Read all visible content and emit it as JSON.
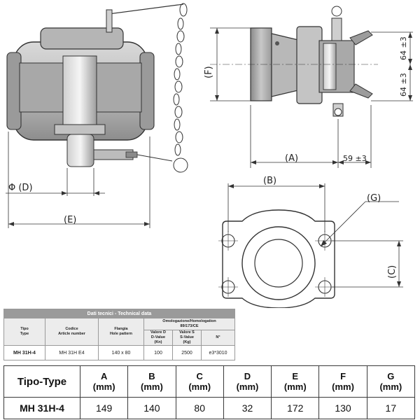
{
  "drawing": {
    "dim_labels": {
      "a": "(A)",
      "b": "(B)",
      "c": "(C)",
      "d": "Φ (D)",
      "e": "(E)",
      "f": "(F)",
      "g": "(G)",
      "upper": "64 ±3",
      "lower": "64 ±3",
      "offset": "59 ±3"
    }
  },
  "technical_table": {
    "title": "Dati tecnici - Technical data",
    "headers": {
      "tipo": "Tipo\nType",
      "codice": "Codice\nArticle number",
      "flangia": "Flangia\nHole pattern",
      "omologazione": "Omologazione/Homologation\n89/173/CE",
      "d_value": "Valore D\nD-Value\n(Kn)",
      "s_value": "Valore S\nS-Value\n(Kg)",
      "n": "N°"
    },
    "row": {
      "tipo": "MH 31H-4",
      "codice": "MH 31H E4",
      "flangia": "140 x 80",
      "d_value": "100",
      "s_value": "2500",
      "n": "e3*3010"
    }
  },
  "dimension_table": {
    "first_header": "Tipo-Type",
    "columns": [
      {
        "letter": "A",
        "unit": "(mm)"
      },
      {
        "letter": "B",
        "unit": "(mm)"
      },
      {
        "letter": "C",
        "unit": "(mm)"
      },
      {
        "letter": "D",
        "unit": "(mm)"
      },
      {
        "letter": "E",
        "unit": "(mm)"
      },
      {
        "letter": "F",
        "unit": "(mm)"
      },
      {
        "letter": "G",
        "unit": "(mm)"
      }
    ],
    "row_label": "MH 31H-4",
    "values": [
      "149",
      "140",
      "80",
      "32",
      "172",
      "130",
      "17"
    ]
  }
}
